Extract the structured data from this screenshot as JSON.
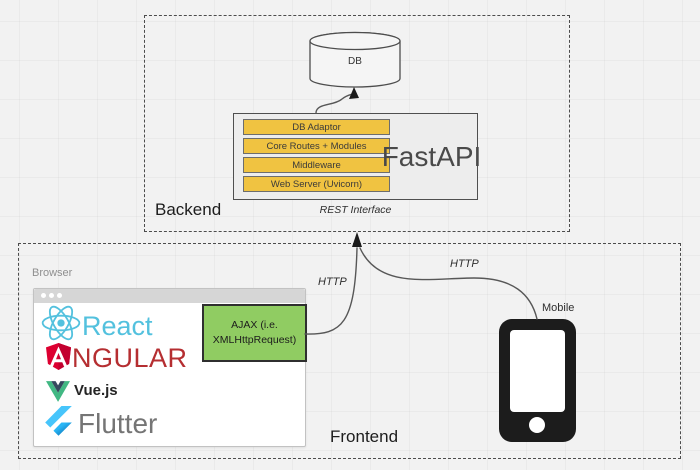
{
  "colors": {
    "background": "#f2f2f2",
    "fastapi_box_fill": "#ededed",
    "layer_yellow": "#f0c341",
    "ajax_green": "#90cc62",
    "react_cyan": "#53c1de",
    "angular_red": "#b52e31",
    "vue_green": "#41b883",
    "vue_navy": "#35495e",
    "flutter_blue": "#47c5fb",
    "flutter_navy": "#01579b",
    "phone_black": "#1c1c1c"
  },
  "backend": {
    "label": "Backend",
    "db_label": "DB",
    "fastapi": {
      "label": "FastAPI",
      "layers": [
        "DB Adaptor",
        "Core Routes + Modules",
        "Middleware",
        "Web Server (Uvicorn)"
      ]
    },
    "rest_label": "REST Interface"
  },
  "frontend": {
    "label": "Frontend",
    "browser": {
      "label": "Browser",
      "frameworks": [
        {
          "name": "React",
          "wordmark": "React"
        },
        {
          "name": "Angular",
          "wordmark": "NGULAR"
        },
        {
          "name": "Vue.js",
          "wordmark": "Vue.js"
        },
        {
          "name": "Flutter",
          "wordmark": "Flutter"
        }
      ]
    },
    "ajax": {
      "line1": "AJAX (i.e.",
      "line2": "XMLHttpRequest)"
    },
    "mobile_label": "Mobile"
  },
  "connections": {
    "ajax_http_label": "HTTP",
    "mobile_http_label": "HTTP"
  }
}
